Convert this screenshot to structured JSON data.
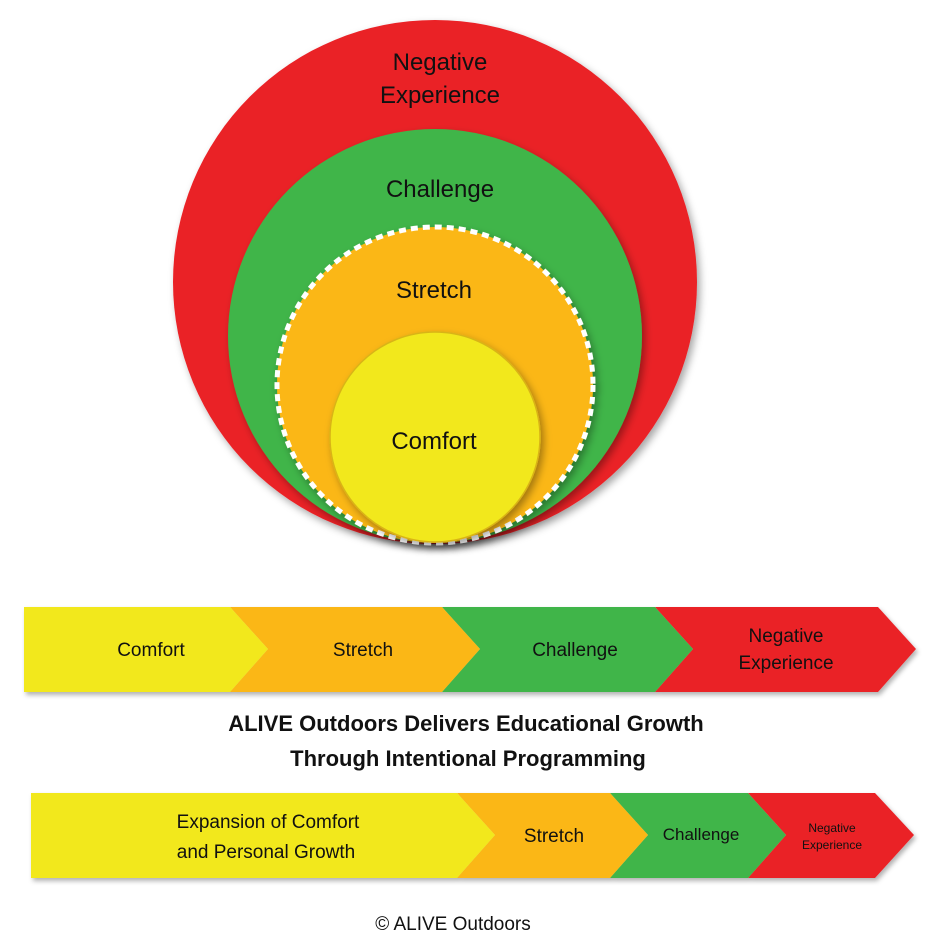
{
  "zones": {
    "negative": {
      "line1": "Negative",
      "line2": "Experience",
      "color": "#ea2128"
    },
    "challenge": {
      "label": "Challenge",
      "color": "#3fb54a"
    },
    "stretch": {
      "label": "Stretch",
      "color": "#fbb713"
    },
    "comfort": {
      "label": "Comfort",
      "color": "#f2e81c"
    }
  },
  "progression_before": {
    "comfort": "Comfort",
    "stretch": "Stretch",
    "challenge": "Challenge",
    "negative_line1": "Negative",
    "negative_line2": "Experience"
  },
  "headline": {
    "line1": "ALIVE Outdoors Delivers Educational Growth",
    "line2": "Through Intentional Programming"
  },
  "progression_after": {
    "comfort_line1": "Expansion of Comfort",
    "comfort_line2": "and Personal Growth",
    "stretch": "Stretch",
    "challenge": "Challenge",
    "negative_line1": "Negative",
    "negative_line2": "Experience"
  },
  "copyright": "© ALIVE Outdoors"
}
